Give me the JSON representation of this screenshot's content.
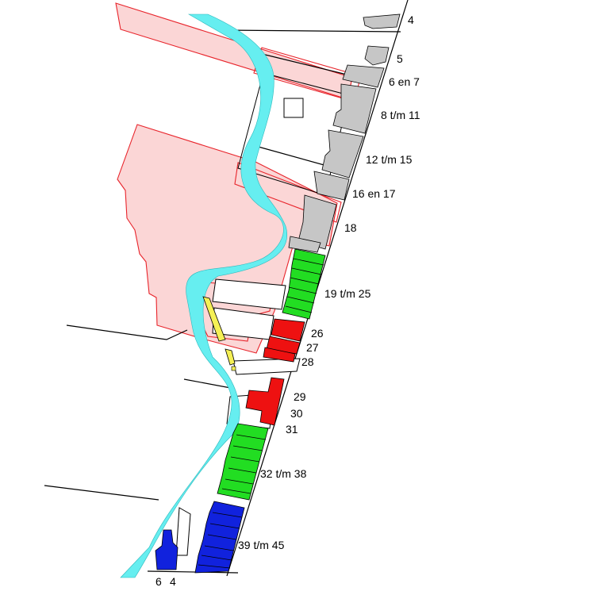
{
  "colors": {
    "background": "#ffffff",
    "river": "#66eef0",
    "zone_fill": "#fbd6d6",
    "zone_stroke": "#e8242b",
    "existing": "#c6c6c6",
    "group_green": "#22dd22",
    "group_red": "#ee1111",
    "group_blue": "#1122dd",
    "feature_yellow": "#f5f055",
    "line": "#000000"
  },
  "labels": {
    "l4": "4",
    "l5": "5",
    "l6en7": "6 en 7",
    "l8tm11": "8 t/m 11",
    "l12tm15": "12 t/m 15",
    "l16en17": "16 en 17",
    "l18": "18",
    "l19tm25": "19 t/m 25",
    "l26": "26",
    "l27": "27",
    "l28": "28",
    "l29": "29",
    "l30": "30",
    "l31": "31",
    "l32tm38": "32 t/m 38",
    "l39tm45": "39 t/m 45",
    "l6b": "6",
    "l4b": "4"
  }
}
